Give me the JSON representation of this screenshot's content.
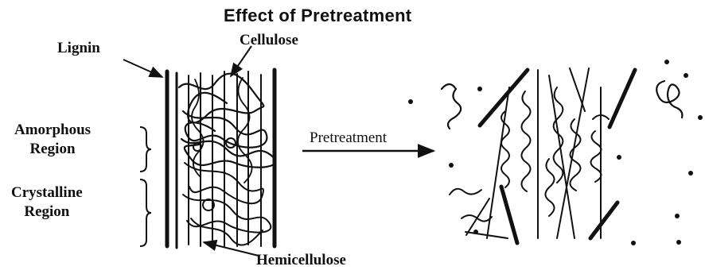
{
  "title": "Effect of Pretreatment",
  "labels": {
    "lignin": "Lignin",
    "cellulose": "Cellulose",
    "amorphous": [
      "Amorphous",
      "Region"
    ],
    "crystalline": [
      "Crystalline",
      "Region"
    ],
    "hemicellulose": "Hemicellulose",
    "pretreatment": "Pretreatment"
  },
  "colors": {
    "ink": "#111111",
    "background": "#ffffff"
  }
}
